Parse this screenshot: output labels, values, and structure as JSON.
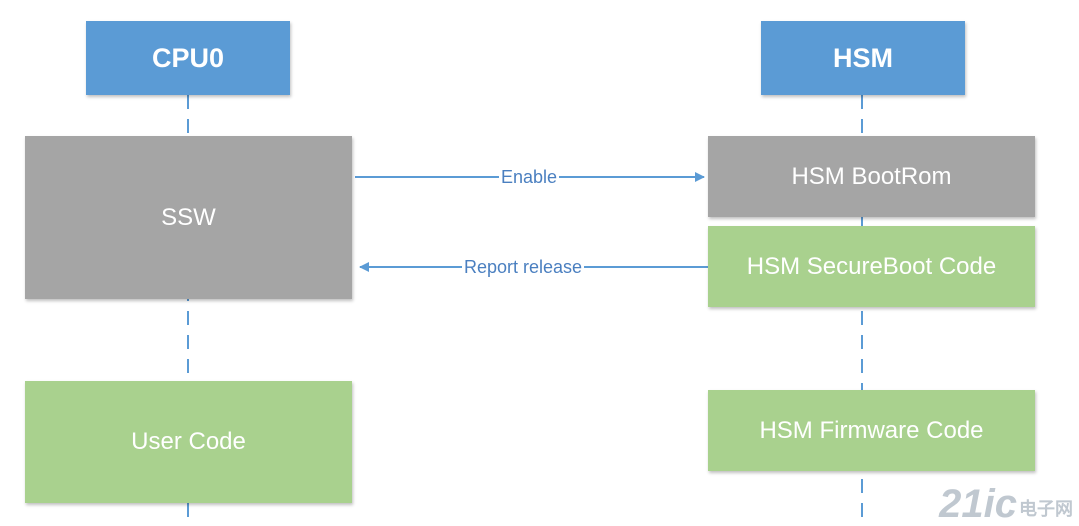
{
  "lifelines": {
    "cpu0": {
      "label": "CPU0"
    },
    "hsm": {
      "label": "HSM"
    }
  },
  "blocks": {
    "ssw": "SSW",
    "user_code": "User Code",
    "hsm_bootrom": "HSM BootRom",
    "hsm_secureboot": "HSM SecureBoot Code",
    "hsm_firmware": "HSM Firmware Code"
  },
  "messages": {
    "enable": "Enable",
    "report_release": "Report release"
  },
  "watermark": {
    "number": "21ic",
    "text": "电子网"
  },
  "colors": {
    "header": "#5b9bd5",
    "process_gray": "#a5a5a5",
    "process_green": "#a9d18e",
    "arrow": "#5b9bd5"
  }
}
